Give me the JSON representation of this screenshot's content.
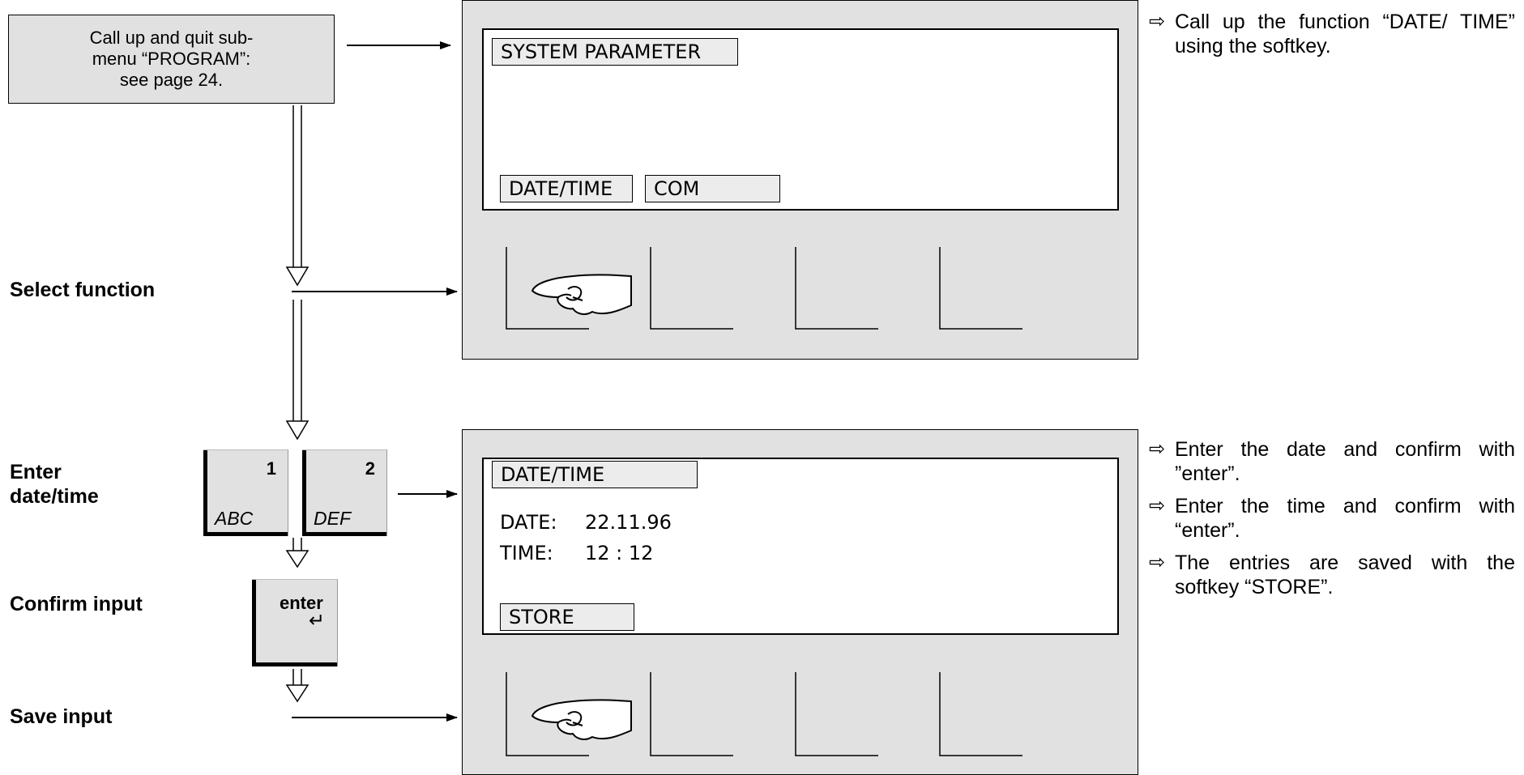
{
  "intro_box": {
    "text": "Call up and quit sub-\nmenu “PROGRAM”:\nsee page 24."
  },
  "steps": {
    "select_function": "Select function",
    "enter_datetime": "Enter\ndate/time",
    "confirm_input": "Confirm input",
    "save_input": "Save input"
  },
  "keys": [
    {
      "number": "1",
      "letters": "ABC"
    },
    {
      "number": "2",
      "letters": "DEF"
    }
  ],
  "enter_key": {
    "label": "enter",
    "symbol": "↵"
  },
  "screen1": {
    "title": "SYSTEM PARAMETER",
    "softkeys": [
      "DATE/TIME",
      "COM"
    ]
  },
  "screen2": {
    "title": "DATE/TIME",
    "date_label": "DATE:",
    "date_value": "22.11.96",
    "time_label": "TIME:",
    "time_value": "12 : 12",
    "softkey": "STORE"
  },
  "instructions_top": [
    {
      "icon": "hollow-arrow-icon",
      "text": "Call up the function “DATE/ TIME” using the softkey."
    }
  ],
  "instructions_bottom": [
    {
      "icon": "hollow-arrow-icon",
      "text": "Enter the date and confirm with ”enter”."
    },
    {
      "icon": "hollow-arrow-icon",
      "text": "Enter the time and confirm with “enter”."
    },
    {
      "icon": "hollow-arrow-icon",
      "text": "The entries are saved with the softkey “STORE”."
    }
  ]
}
